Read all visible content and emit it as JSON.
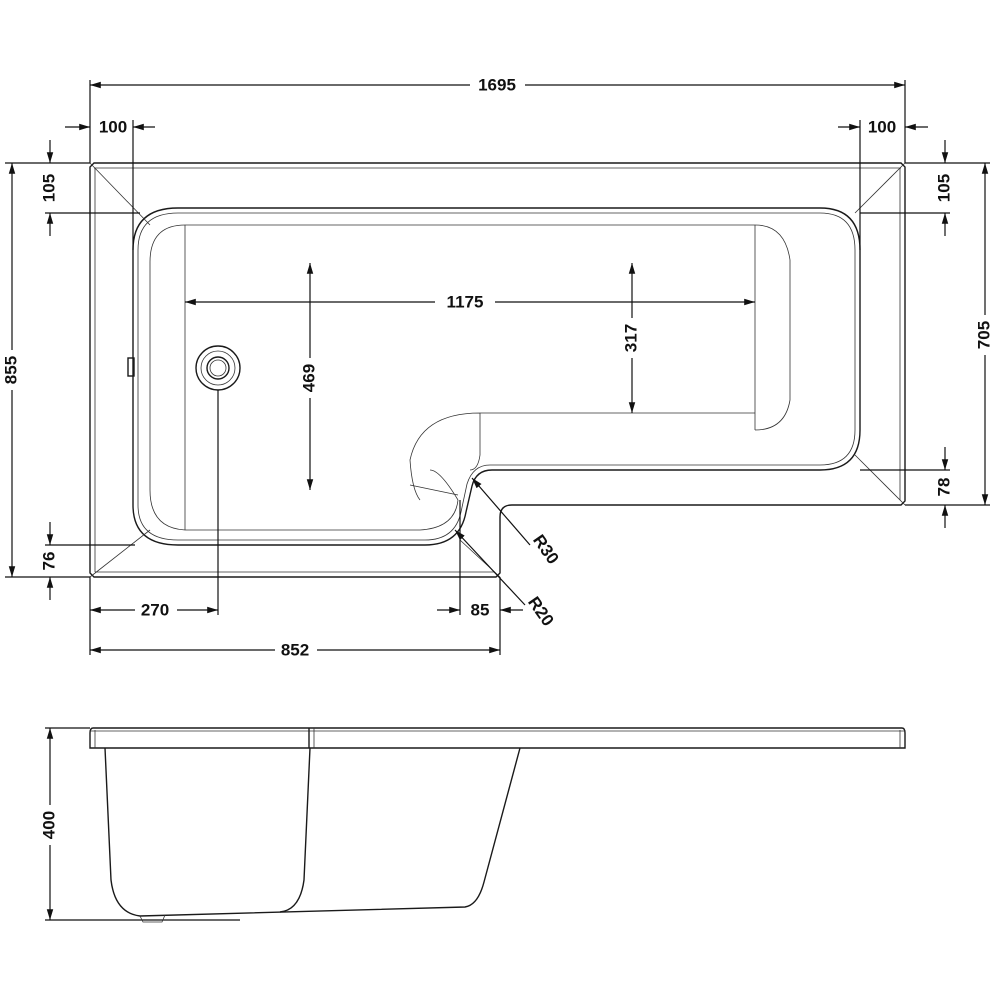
{
  "drawing": {
    "plan_view": {
      "overall_length": "1695",
      "left_rim_width": "100",
      "right_rim_width": "100",
      "top_rim_left": "105",
      "top_rim_right": "105",
      "overall_width_left": "855",
      "overall_width_right": "705",
      "bottom_rim_right": "78",
      "bottom_rim_left": "76",
      "inner_length": "1175",
      "inner_width_left": "469",
      "inner_width_right": "317",
      "waste_offset": "270",
      "step_offset": "85",
      "left_section_length": "852",
      "radius_inner": "R30",
      "radius_outer": "R20"
    },
    "side_view": {
      "depth": "400"
    }
  }
}
